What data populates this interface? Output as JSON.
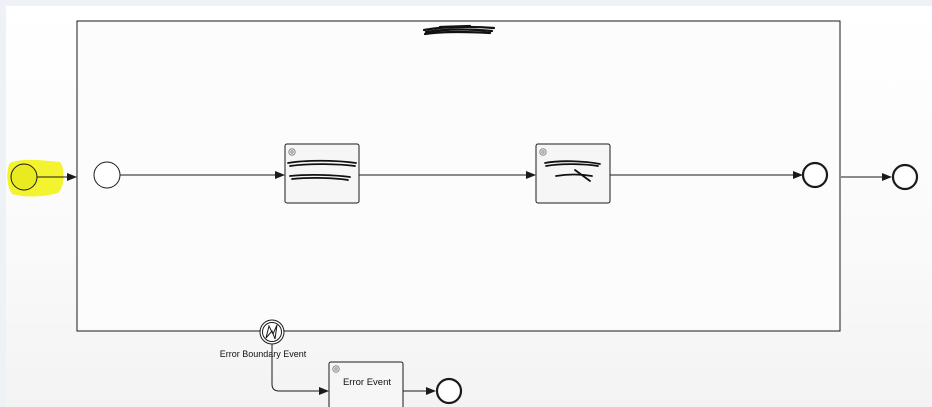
{
  "diagram": {
    "subprocess_title": "",
    "tasks": [
      {
        "id": "task-1",
        "label": ""
      },
      {
        "id": "task-2",
        "label": ""
      },
      {
        "id": "error-event-task",
        "label": "Error Event"
      }
    ],
    "boundary_event_label": "Error Boundary Event",
    "colors": {
      "stroke": "#1a1a1a",
      "task_fill": "#f6f6f6",
      "highlight": "#f2f21a",
      "redaction": "#111111",
      "gear": "#8a8a8a"
    }
  }
}
